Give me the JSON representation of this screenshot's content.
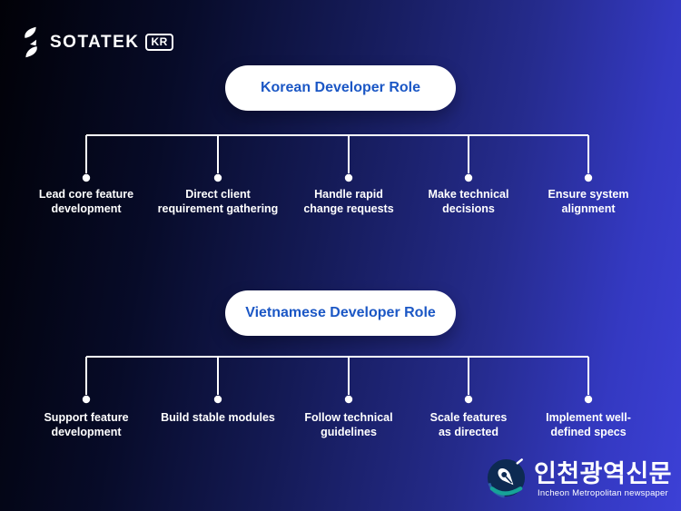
{
  "brand": {
    "name": "SOTATEK",
    "badge": "KR"
  },
  "sections": [
    {
      "title": "Korean Developer Role",
      "items": [
        {
          "label": "Lead core feature\ndevelopment"
        },
        {
          "label": "Direct client\nrequirement gathering"
        },
        {
          "label": "Handle rapid\nchange requests"
        },
        {
          "label": "Make technical\ndecisions"
        },
        {
          "label": "Ensure system\nalignment"
        }
      ]
    },
    {
      "title": "Vietnamese Developer Role",
      "items": [
        {
          "label": "Support feature\ndevelopment"
        },
        {
          "label": "Build stable modules"
        },
        {
          "label": "Follow technical\nguidelines"
        },
        {
          "label": "Scale features\nas directed"
        },
        {
          "label": "Implement well-\ndefined specs"
        }
      ]
    }
  ],
  "footer_logo": {
    "korean": "인천광역신문",
    "english": "Incheon Metropolitan newspaper"
  },
  "colors": {
    "background_left": "#010107",
    "background_right": "#3c40d6",
    "pill_background": "#ffffff",
    "pill_text_blue": "#1b57c5",
    "branch_line": "#ffffff",
    "label_text": "#ffffff",
    "pen_icon_circle": "#0d2a52",
    "pen_icon_teal": "#17a398"
  }
}
